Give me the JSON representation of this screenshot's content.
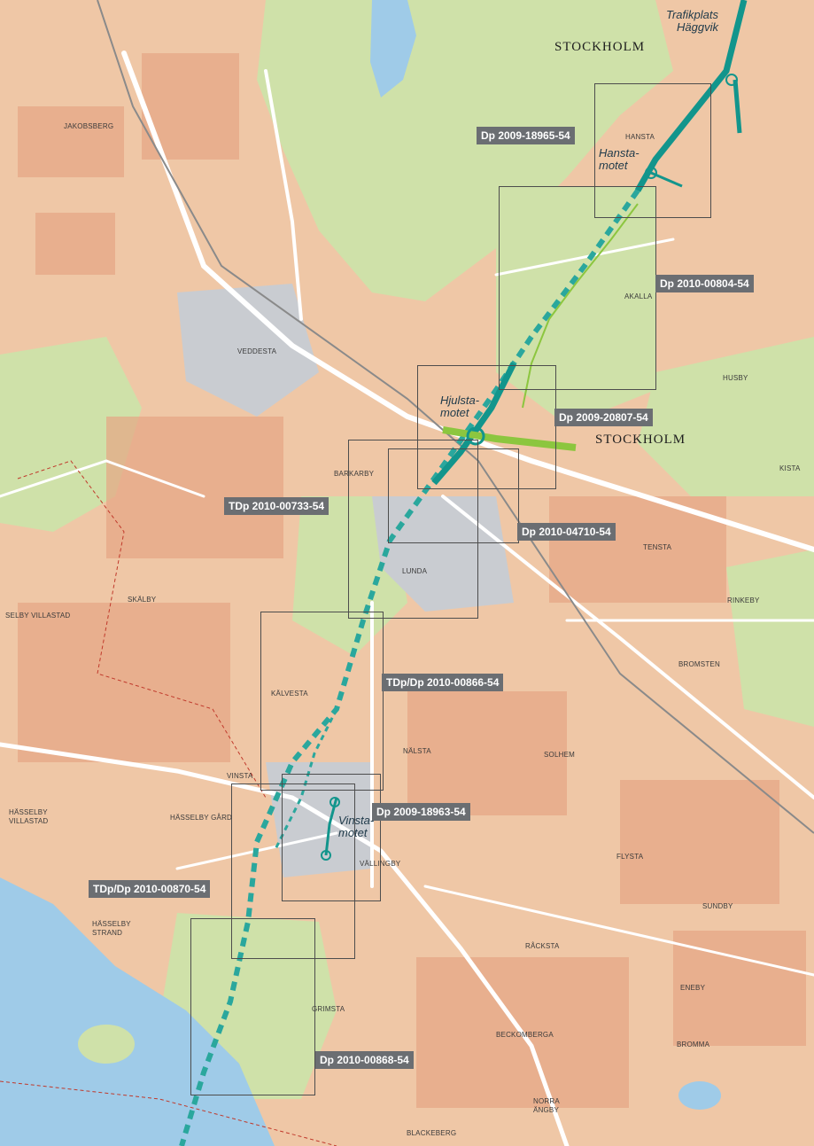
{
  "colors": {
    "land": "#efc7a6",
    "block": "#e6a584",
    "green": "#cfe1a9",
    "water": "#9fcbe8",
    "road": "#ffffff",
    "tunnel": "#2aa79d",
    "surface_road": "#12958c",
    "ramp_green": "#8cc63f",
    "frame": "#4d4d4d",
    "label_bg": "#6b6e72"
  },
  "cities": {
    "north": "STOCKHOLM",
    "middle": "STOCKHOLM"
  },
  "interchanges": {
    "haggvik": "Trafikplats\nHäggvik",
    "hansta": "Hansta-\nmotet",
    "hjulsta": "Hjulsta-\nmotet",
    "vinsta": "Vinsta-\nmotet"
  },
  "places": {
    "jakobsberg": "JAKOBSBERG",
    "hansta": "HANSTA",
    "akalla": "AKALLA",
    "husby": "HUSBY",
    "veddesta": "VEDDESTA",
    "barkarby": "BARKARBY",
    "kista": "KISTA",
    "tensta": "TENSTA",
    "lunda": "LUNDA",
    "skalby": "SKÄLBY",
    "selby_villastad": "SELBY VILLASTAD",
    "rinkeby": "RINKEBY",
    "bromsten": "BROMSTEN",
    "kalvesta": "KÄLVESTA",
    "nalsta": "NÄLSTA",
    "solhem": "SOLHEM",
    "vinsta": "VINSTA",
    "hasselby_gard": "HÄSSELBY GÅRD",
    "hasselby_villastad": "HÄSSELBY\nVILLASTAD",
    "vallingby": "VÄLLINGBY",
    "flysta": "FLYSTA",
    "sundby": "SUNDBY",
    "hasselby_strand": "HÄSSELBY\nSTRAND",
    "racksta": "RÅCKSTA",
    "eneby": "ENEBY",
    "grimsta": "GRIMSTA",
    "beckomberga": "BECKOMBERGA",
    "bromma": "BROMMA",
    "norra_angby": "NORRA\nÄNGBY",
    "blackeberg": "BLACKEBERG"
  },
  "plans": [
    {
      "label": "Dp 2009-18965-54"
    },
    {
      "label": "Dp 2010-00804-54"
    },
    {
      "label": "Dp 2009-20807-54"
    },
    {
      "label": "TDp 2010-00733-54"
    },
    {
      "label": "Dp 2010-04710-54"
    },
    {
      "label": "TDp/Dp 2010-00866-54"
    },
    {
      "label": "Dp 2009-18963-54"
    },
    {
      "label": "TDp/Dp 2010-00870-54"
    },
    {
      "label": "Dp 2010-00868-54"
    }
  ]
}
